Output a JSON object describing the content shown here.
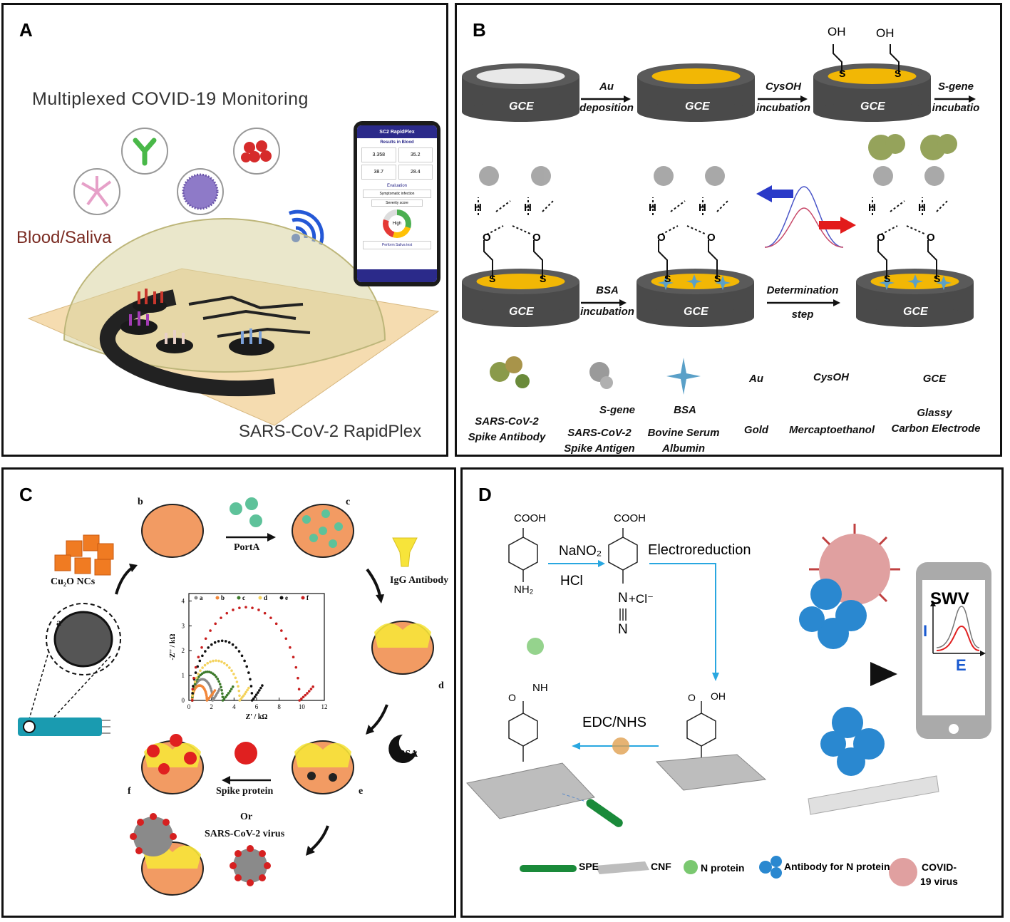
{
  "panelA": {
    "label": "A",
    "title": "Multiplexed COVID-19 Monitoring",
    "sample_label": "Blood/Saliva",
    "device_name": "SARS-CoV-2 RapidPlex",
    "phone": {
      "app_title": "SC2 RapidPlex",
      "results_header": "Results in Blood",
      "values": [
        "3.358",
        "35.2",
        "38.7",
        "28.4"
      ],
      "evaluation_label": "Evaluation",
      "status": "Symptomatic infection",
      "severity_label": "Severity score",
      "gauge_value": "High",
      "action": "Perform Saliva test"
    }
  },
  "panelB": {
    "label": "B",
    "electrode": "GCE",
    "oh": "OH",
    "s": "S",
    "h": "H",
    "o": "O",
    "steps": [
      {
        "top": "Au",
        "bottom": "deposition"
      },
      {
        "top": "CysOH",
        "bottom": "incubation"
      },
      {
        "top": "S-gene",
        "bottom": "incubatio"
      },
      {
        "top": "BSA",
        "bottom": "incubation"
      },
      {
        "top": "Determination",
        "bottom": "step"
      }
    ],
    "legend": [
      {
        "symbol": "",
        "lines": [
          "SARS-CoV-2",
          "Spike Antibody"
        ]
      },
      {
        "symbol": "S-gene",
        "lines": [
          "SARS-CoV-2",
          "Spike Antigen"
        ]
      },
      {
        "symbol": "BSA",
        "lines": [
          "Bovine Serum",
          "Albumin"
        ]
      },
      {
        "symbol": "Au",
        "lines": [
          "Gold"
        ]
      },
      {
        "symbol": "CysOH",
        "lines": [
          "Mercaptoethanol"
        ]
      },
      {
        "symbol": "GCE",
        "lines": [
          "Glassy",
          "Carbon Electrode"
        ]
      }
    ]
  },
  "panelC": {
    "label": "C",
    "labels": {
      "a": "a",
      "b": "b",
      "c": "c",
      "d": "d",
      "e": "e",
      "f": "f",
      "cu2o": "Cu₂O NCs",
      "porta": "PortA",
      "igg": "IgG Antibody",
      "bsa": "BSA",
      "spike": "Spike protein",
      "or": "Or",
      "virus": "SARS-CoV-2 virus"
    },
    "colors": {
      "electrode": "#f29b63",
      "antibody": "#f7e43a",
      "bead": "#5ec29a",
      "spike": "#e02020"
    }
  },
  "chart_data": {
    "type": "scatter",
    "xlabel": "Z' / kΩ",
    "ylabel": "-Z'' / kΩ",
    "xlim": [
      0,
      12
    ],
    "ylim": [
      0,
      4.3
    ],
    "x_ticks": [
      0,
      2,
      4,
      6,
      8,
      10,
      12
    ],
    "y_ticks": [
      0,
      1,
      2,
      3,
      4
    ],
    "legend_position": "top",
    "series": [
      {
        "name": "a",
        "color": "#8a8a8a",
        "arc_start": 0.3,
        "arc_end": 2.1,
        "peak": 0.85,
        "tail_end": 2.7,
        "tail_peak": 0.45
      },
      {
        "name": "b",
        "color": "#f2873a",
        "arc_start": 0.3,
        "arc_end": 1.6,
        "peak": 0.6,
        "tail_end": 2.3,
        "tail_peak": 0.4
      },
      {
        "name": "c",
        "color": "#3d7a2b",
        "arc_start": 0.3,
        "arc_end": 3.0,
        "peak": 1.15,
        "tail_end": 3.9,
        "tail_peak": 0.55
      },
      {
        "name": "d",
        "color": "#f4d35e",
        "arc_start": 0.3,
        "arc_end": 4.5,
        "peak": 1.6,
        "tail_end": 5.3,
        "tail_peak": 0.5
      },
      {
        "name": "e",
        "color": "#111111",
        "arc_start": 0.3,
        "arc_end": 5.6,
        "peak": 2.4,
        "tail_end": 6.5,
        "tail_peak": 0.6
      },
      {
        "name": "f",
        "color": "#c81e1e",
        "arc_start": 0.3,
        "arc_end": 9.8,
        "peak": 3.75,
        "tail_end": 11.0,
        "tail_peak": 0.55
      }
    ]
  },
  "panelD": {
    "label": "D",
    "cooh": "COOH",
    "nh2": "NH₂",
    "nano2": "NaNO₂",
    "hcl": "HCl",
    "diazo_n": "N",
    "cl": "+Cl⁻",
    "electroreduction": "Electroreduction",
    "edc": "EDC/NHS",
    "oh": "OH",
    "o": "O",
    "nh": "NH",
    "swv": "SWV",
    "axis_i": "I",
    "axis_e": "E",
    "legend": [
      "SPE",
      "CNF",
      "N protein",
      "Antibody for N protein",
      "COVID-",
      "19 virus"
    ]
  }
}
